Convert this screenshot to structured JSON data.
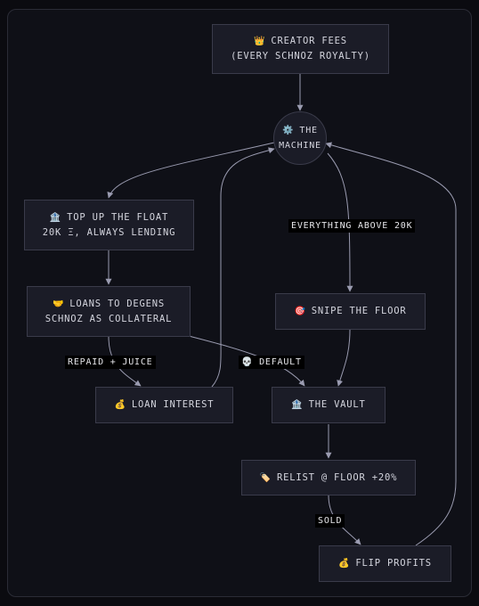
{
  "nodes": {
    "creator_fees": {
      "icon": "👑",
      "line1": "CREATOR FEES",
      "line2": "(EVERY SCHNOZ ROYALTY)"
    },
    "machine": {
      "icon": "⚙️",
      "line1": "THE",
      "line2": "MACHINE"
    },
    "top_up": {
      "icon": "🏦",
      "line1": "TOP UP THE FLOAT",
      "line2": "20K Ξ, ALWAYS LENDING"
    },
    "loans": {
      "icon": "🤝",
      "line1": "LOANS TO DEGENS",
      "line2": "SCHNOZ AS COLLATERAL"
    },
    "snipe": {
      "icon": "🎯",
      "line1": "SNIPE THE FLOOR"
    },
    "loan_interest": {
      "icon": "💰",
      "line1": "LOAN INTEREST"
    },
    "vault": {
      "icon": "🏦",
      "line1": "THE VAULT"
    },
    "relist": {
      "icon": "🏷️",
      "line1": "RELIST @ FLOOR +20%"
    },
    "flip_profits": {
      "icon": "💰",
      "line1": "FLIP PROFITS"
    }
  },
  "edge_labels": {
    "above_20k": "EVERYTHING ABOVE 20K",
    "repaid": "REPAID + JUICE",
    "default": "💀 DEFAULT",
    "sold": "SOLD"
  },
  "colors": {
    "background": "#0f1017",
    "node_fill": "#1b1c27",
    "node_border": "#3a3b4a",
    "edge": "#9a9bb0",
    "text": "#d4d5de"
  }
}
